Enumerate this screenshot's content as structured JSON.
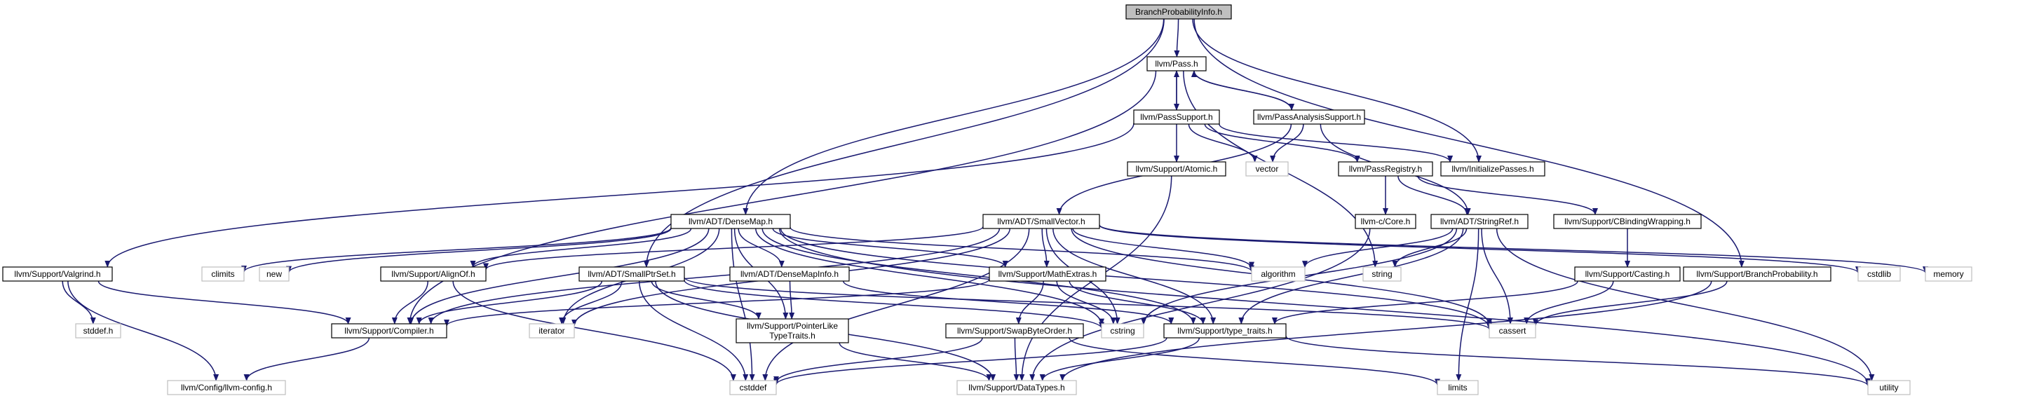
{
  "colors": {
    "edge": "#191970",
    "root_fill": "#bfbfbf",
    "node_fill": "#ffffff",
    "node_border": "#000000",
    "external_border": "#bfbfbf",
    "label_text": "#000000"
  },
  "nodes": [
    {
      "id": "branchprobabilityinfo",
      "lines": [
        "BranchProbabilityInfo.h"
      ],
      "kind": "root"
    },
    {
      "id": "pass",
      "lines": [
        "llvm/Pass.h"
      ],
      "kind": "header"
    },
    {
      "id": "passsupport",
      "lines": [
        "llvm/PassSupport.h"
      ],
      "kind": "header"
    },
    {
      "id": "passanalysissupport",
      "lines": [
        "llvm/PassAnalysisSupport.h"
      ],
      "kind": "header"
    },
    {
      "id": "atomic",
      "lines": [
        "llvm/Support/Atomic.h"
      ],
      "kind": "header"
    },
    {
      "id": "vector",
      "lines": [
        "vector"
      ],
      "kind": "system"
    },
    {
      "id": "passregistry",
      "lines": [
        "llvm/PassRegistry.h"
      ],
      "kind": "header"
    },
    {
      "id": "initializepasses",
      "lines": [
        "llvm/InitializePasses.h"
      ],
      "kind": "header"
    },
    {
      "id": "densemap",
      "lines": [
        "llvm/ADT/DenseMap.h"
      ],
      "kind": "header"
    },
    {
      "id": "smallvector",
      "lines": [
        "llvm/ADT/SmallVector.h"
      ],
      "kind": "header"
    },
    {
      "id": "llvmccore",
      "lines": [
        "llvm-c/Core.h"
      ],
      "kind": "header"
    },
    {
      "id": "stringref",
      "lines": [
        "llvm/ADT/StringRef.h"
      ],
      "kind": "header"
    },
    {
      "id": "cbindingwrapping",
      "lines": [
        "llvm/Support/CBindingWrapping.h"
      ],
      "kind": "header"
    },
    {
      "id": "valgrind",
      "lines": [
        "llvm/Support/Valgrind.h"
      ],
      "kind": "header"
    },
    {
      "id": "climits",
      "lines": [
        "climits"
      ],
      "kind": "system"
    },
    {
      "id": "new",
      "lines": [
        "new"
      ],
      "kind": "system"
    },
    {
      "id": "alignof",
      "lines": [
        "llvm/Support/AlignOf.h"
      ],
      "kind": "header"
    },
    {
      "id": "smallptrset",
      "lines": [
        "llvm/ADT/SmallPtrSet.h"
      ],
      "kind": "header"
    },
    {
      "id": "densemapinfo",
      "lines": [
        "llvm/ADT/DenseMapInfo.h"
      ],
      "kind": "header"
    },
    {
      "id": "mathextras",
      "lines": [
        "llvm/Support/MathExtras.h"
      ],
      "kind": "header"
    },
    {
      "id": "algorithm",
      "lines": [
        "algorithm"
      ],
      "kind": "system"
    },
    {
      "id": "string",
      "lines": [
        "string"
      ],
      "kind": "system"
    },
    {
      "id": "cstdlib",
      "lines": [
        "cstdlib"
      ],
      "kind": "system"
    },
    {
      "id": "memory",
      "lines": [
        "memory"
      ],
      "kind": "system"
    },
    {
      "id": "casting",
      "lines": [
        "llvm/Support/Casting.h"
      ],
      "kind": "header"
    },
    {
      "id": "branchprobability",
      "lines": [
        "llvm/Support/BranchProbability.h"
      ],
      "kind": "header"
    },
    {
      "id": "stddef",
      "lines": [
        "stddef.h"
      ],
      "kind": "system"
    },
    {
      "id": "compiler",
      "lines": [
        "llvm/Support/Compiler.h"
      ],
      "kind": "header"
    },
    {
      "id": "iterator",
      "lines": [
        "iterator"
      ],
      "kind": "system"
    },
    {
      "id": "pointerliketypetraits",
      "lines": [
        "llvm/Support/PointerLike",
        "TypeTraits.h"
      ],
      "kind": "header"
    },
    {
      "id": "cstring",
      "lines": [
        "cstring"
      ],
      "kind": "system"
    },
    {
      "id": "typetraits",
      "lines": [
        "llvm/Support/type_traits.h"
      ],
      "kind": "header"
    },
    {
      "id": "cassert",
      "lines": [
        "cassert"
      ],
      "kind": "system"
    },
    {
      "id": "swapbyteorder",
      "lines": [
        "llvm/Support/SwapByteOrder.h"
      ],
      "kind": "header"
    },
    {
      "id": "llvmconfig",
      "lines": [
        "llvm/Config/llvm-config.h"
      ],
      "kind": "system"
    },
    {
      "id": "cstddef",
      "lines": [
        "cstddef"
      ],
      "kind": "system"
    },
    {
      "id": "datatypes",
      "lines": [
        "llvm/Support/DataTypes.h"
      ],
      "kind": "system"
    },
    {
      "id": "limits",
      "lines": [
        "limits"
      ],
      "kind": "system"
    },
    {
      "id": "utility",
      "lines": [
        "utility"
      ],
      "kind": "system"
    }
  ],
  "edges": [
    [
      "branchprobabilityinfo",
      "pass"
    ],
    [
      "branchprobabilityinfo",
      "densemap"
    ],
    [
      "branchprobabilityinfo",
      "smallptrset"
    ],
    [
      "branchprobabilityinfo",
      "initializepasses"
    ],
    [
      "branchprobabilityinfo",
      "branchprobability"
    ],
    [
      "pass",
      "passsupport"
    ],
    [
      "pass",
      "passanalysissupport"
    ],
    [
      "pass",
      "compiler"
    ],
    [
      "pass",
      "string"
    ],
    [
      "passsupport",
      "pass"
    ],
    [
      "passsupport",
      "atomic"
    ],
    [
      "passsupport",
      "vector"
    ],
    [
      "passsupport",
      "passregistry"
    ],
    [
      "passsupport",
      "initializepasses"
    ],
    [
      "passsupport",
      "valgrind"
    ],
    [
      "passanalysissupport",
      "pass"
    ],
    [
      "passanalysissupport",
      "vector"
    ],
    [
      "passanalysissupport",
      "smallvector"
    ],
    [
      "passanalysissupport",
      "stringref"
    ],
    [
      "atomic",
      "datatypes"
    ],
    [
      "passregistry",
      "llvmccore"
    ],
    [
      "passregistry",
      "stringref"
    ],
    [
      "passregistry",
      "cbindingwrapping"
    ],
    [
      "llvmccore",
      "datatypes"
    ],
    [
      "stringref",
      "algorithm"
    ],
    [
      "stringref",
      "cassert"
    ],
    [
      "stringref",
      "cstring"
    ],
    [
      "stringref",
      "limits"
    ],
    [
      "stringref",
      "string"
    ],
    [
      "stringref",
      "utility"
    ],
    [
      "stringref",
      "typetraits"
    ],
    [
      "cbindingwrapping",
      "casting"
    ],
    [
      "casting",
      "typetraits"
    ],
    [
      "casting",
      "cassert"
    ],
    [
      "densemap",
      "densemapinfo"
    ],
    [
      "densemap",
      "alignof"
    ],
    [
      "densemap",
      "compiler"
    ],
    [
      "densemap",
      "mathextras"
    ],
    [
      "densemap",
      "pointerliketypetraits"
    ],
    [
      "densemap",
      "typetraits"
    ],
    [
      "densemap",
      "algorithm"
    ],
    [
      "densemap",
      "cassert"
    ],
    [
      "densemap",
      "climits"
    ],
    [
      "densemap",
      "cstddef"
    ],
    [
      "densemap",
      "cstring"
    ],
    [
      "densemap",
      "iterator"
    ],
    [
      "densemap",
      "new"
    ],
    [
      "densemap",
      "utility"
    ],
    [
      "smallvector",
      "alignof"
    ],
    [
      "smallvector",
      "compiler"
    ],
    [
      "smallvector",
      "mathextras"
    ],
    [
      "smallvector",
      "typetraits"
    ],
    [
      "smallvector",
      "algorithm"
    ],
    [
      "smallvector",
      "cassert"
    ],
    [
      "smallvector",
      "cstddef"
    ],
    [
      "smallvector",
      "cstdlib"
    ],
    [
      "smallvector",
      "cstring"
    ],
    [
      "smallvector",
      "iterator"
    ],
    [
      "smallvector",
      "memory"
    ],
    [
      "valgrind",
      "llvmconfig"
    ],
    [
      "valgrind",
      "compiler"
    ],
    [
      "valgrind",
      "stddef"
    ],
    [
      "alignof",
      "compiler"
    ],
    [
      "alignof",
      "cstddef"
    ],
    [
      "smallptrset",
      "compiler"
    ],
    [
      "smallptrset",
      "pointerliketypetraits"
    ],
    [
      "smallptrset",
      "cassert"
    ],
    [
      "smallptrset",
      "cstddef"
    ],
    [
      "smallptrset",
      "cstring"
    ],
    [
      "smallptrset",
      "iterator"
    ],
    [
      "smallptrset",
      "datatypes"
    ],
    [
      "densemapinfo",
      "pointerliketypetraits"
    ],
    [
      "densemapinfo",
      "typetraits"
    ],
    [
      "mathextras",
      "swapbyteorder"
    ],
    [
      "mathextras",
      "compiler"
    ],
    [
      "mathextras",
      "typetraits"
    ],
    [
      "mathextras",
      "cstring"
    ],
    [
      "pointerliketypetraits",
      "datatypes"
    ],
    [
      "typetraits",
      "datatypes"
    ],
    [
      "typetraits",
      "cstddef"
    ],
    [
      "typetraits",
      "utility"
    ],
    [
      "swapbyteorder",
      "datatypes"
    ],
    [
      "swapbyteorder",
      "cstddef"
    ],
    [
      "swapbyteorder",
      "limits"
    ],
    [
      "compiler",
      "llvmconfig"
    ],
    [
      "branchprobability",
      "datatypes"
    ],
    [
      "branchprobability",
      "cassert"
    ]
  ]
}
